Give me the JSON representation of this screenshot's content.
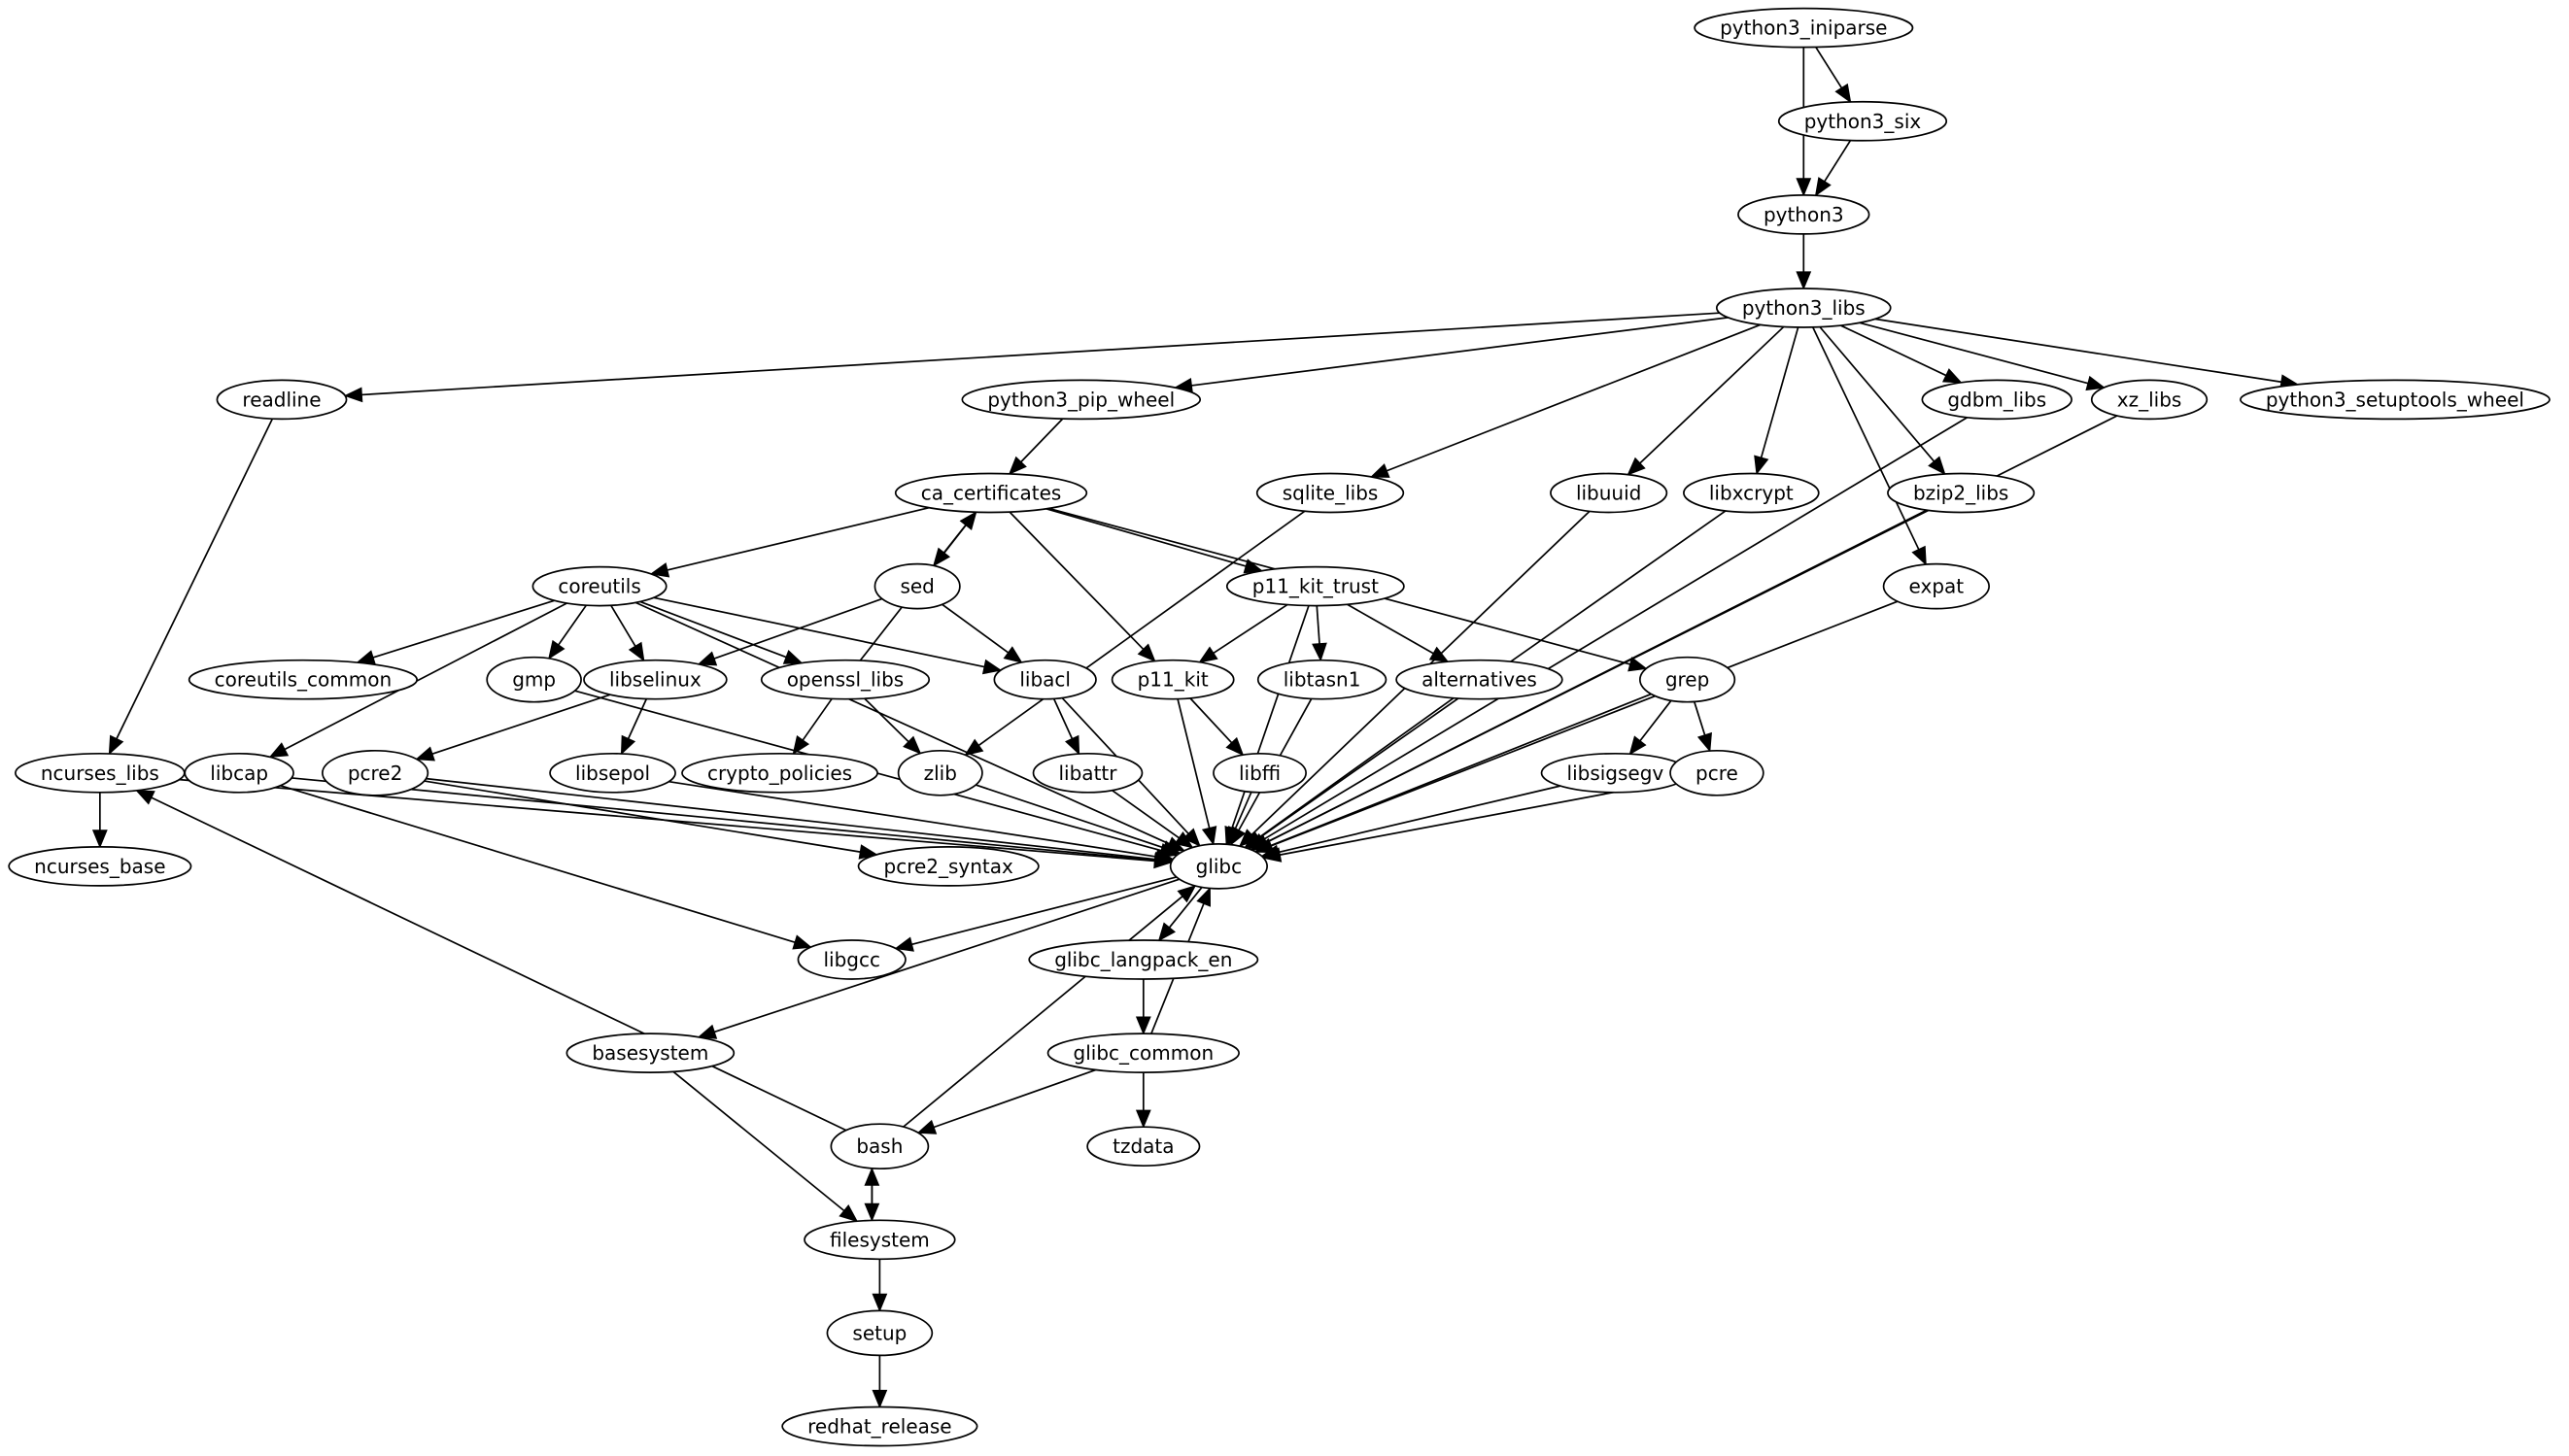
{
  "graph": {
    "type": "directed",
    "title": "",
    "nodes": [
      {
        "id": "python3_iniparse",
        "label": "python3_iniparse"
      },
      {
        "id": "python3_six",
        "label": "python3_six"
      },
      {
        "id": "python3",
        "label": "python3"
      },
      {
        "id": "python3_libs",
        "label": "python3_libs"
      },
      {
        "id": "readline",
        "label": "readline"
      },
      {
        "id": "python3_pip_wheel",
        "label": "python3_pip_wheel"
      },
      {
        "id": "gdbm_libs",
        "label": "gdbm_libs"
      },
      {
        "id": "xz_libs",
        "label": "xz_libs"
      },
      {
        "id": "python3_setuptools_wheel",
        "label": "python3_setuptools_wheel"
      },
      {
        "id": "ca_certificates",
        "label": "ca_certificates"
      },
      {
        "id": "sqlite_libs",
        "label": "sqlite_libs"
      },
      {
        "id": "libuuid",
        "label": "libuuid"
      },
      {
        "id": "libxcrypt",
        "label": "libxcrypt"
      },
      {
        "id": "bzip2_libs",
        "label": "bzip2_libs"
      },
      {
        "id": "coreutils",
        "label": "coreutils"
      },
      {
        "id": "sed",
        "label": "sed"
      },
      {
        "id": "p11_kit_trust",
        "label": "p11_kit_trust"
      },
      {
        "id": "expat",
        "label": "expat"
      },
      {
        "id": "coreutils_common",
        "label": "coreutils_common"
      },
      {
        "id": "gmp",
        "label": "gmp"
      },
      {
        "id": "libselinux",
        "label": "libselinux"
      },
      {
        "id": "openssl_libs",
        "label": "openssl_libs"
      },
      {
        "id": "libacl",
        "label": "libacl"
      },
      {
        "id": "p11_kit",
        "label": "p11_kit"
      },
      {
        "id": "libtasn1",
        "label": "libtasn1"
      },
      {
        "id": "alternatives",
        "label": "alternatives"
      },
      {
        "id": "grep",
        "label": "grep"
      },
      {
        "id": "ncurses_libs",
        "label": "ncurses_libs"
      },
      {
        "id": "libcap",
        "label": "libcap"
      },
      {
        "id": "pcre2",
        "label": "pcre2"
      },
      {
        "id": "libsepol",
        "label": "libsepol"
      },
      {
        "id": "crypto_policies",
        "label": "crypto_policies"
      },
      {
        "id": "zlib",
        "label": "zlib"
      },
      {
        "id": "libattr",
        "label": "libattr"
      },
      {
        "id": "libffi",
        "label": "libffi"
      },
      {
        "id": "libsigsegv",
        "label": "libsigsegv"
      },
      {
        "id": "pcre",
        "label": "pcre"
      },
      {
        "id": "ncurses_base",
        "label": "ncurses_base"
      },
      {
        "id": "pcre2_syntax",
        "label": "pcre2_syntax"
      },
      {
        "id": "glibc",
        "label": "glibc"
      },
      {
        "id": "libgcc",
        "label": "libgcc"
      },
      {
        "id": "glibc_langpack_en",
        "label": "glibc_langpack_en"
      },
      {
        "id": "basesystem",
        "label": "basesystem"
      },
      {
        "id": "glibc_common",
        "label": "glibc_common"
      },
      {
        "id": "bash",
        "label": "bash"
      },
      {
        "id": "tzdata",
        "label": "tzdata"
      },
      {
        "id": "filesystem",
        "label": "filesystem"
      },
      {
        "id": "setup",
        "label": "setup"
      },
      {
        "id": "redhat_release",
        "label": "redhat_release"
      }
    ],
    "edges": [
      [
        "python3_iniparse",
        "python3_six"
      ],
      [
        "python3_iniparse",
        "python3"
      ],
      [
        "python3_six",
        "python3"
      ],
      [
        "python3",
        "python3_libs"
      ],
      [
        "python3_libs",
        "readline"
      ],
      [
        "python3_libs",
        "python3_pip_wheel"
      ],
      [
        "python3_libs",
        "sqlite_libs"
      ],
      [
        "python3_libs",
        "libuuid"
      ],
      [
        "python3_libs",
        "libxcrypt"
      ],
      [
        "python3_libs",
        "expat"
      ],
      [
        "python3_libs",
        "bzip2_libs"
      ],
      [
        "python3_libs",
        "gdbm_libs"
      ],
      [
        "python3_libs",
        "xz_libs"
      ],
      [
        "python3_libs",
        "python3_setuptools_wheel"
      ],
      [
        "readline",
        "ncurses_libs"
      ],
      [
        "python3_pip_wheel",
        "ca_certificates"
      ],
      [
        "ca_certificates",
        "coreutils"
      ],
      [
        "ca_certificates",
        "sed"
      ],
      [
        "ca_certificates",
        "p11_kit"
      ],
      [
        "ca_certificates",
        "p11_kit_trust"
      ],
      [
        "ca_certificates",
        "grep"
      ],
      [
        "sqlite_libs",
        "zlib"
      ],
      [
        "coreutils",
        "libcap"
      ],
      [
        "coreutils",
        "coreutils_common"
      ],
      [
        "coreutils",
        "gmp"
      ],
      [
        "coreutils",
        "libselinux"
      ],
      [
        "coreutils",
        "openssl_libs"
      ],
      [
        "coreutils",
        "libacl"
      ],
      [
        "coreutils",
        "glibc"
      ],
      [
        "sed",
        "libselinux"
      ],
      [
        "sed",
        "libacl"
      ],
      [
        "openssl_libs",
        "ca_certificates"
      ],
      [
        "openssl_libs",
        "crypto_policies"
      ],
      [
        "openssl_libs",
        "zlib"
      ],
      [
        "p11_kit_trust",
        "p11_kit"
      ],
      [
        "p11_kit_trust",
        "libtasn1"
      ],
      [
        "p11_kit_trust",
        "alternatives"
      ],
      [
        "p11_kit_trust",
        "glibc"
      ],
      [
        "libselinux",
        "pcre2"
      ],
      [
        "libselinux",
        "libsepol"
      ],
      [
        "libacl",
        "libattr"
      ],
      [
        "libacl",
        "glibc"
      ],
      [
        "p11_kit",
        "libffi"
      ],
      [
        "p11_kit",
        "glibc"
      ],
      [
        "libtasn1",
        "glibc"
      ],
      [
        "alternatives",
        "glibc"
      ],
      [
        "grep",
        "libsigsegv"
      ],
      [
        "grep",
        "pcre"
      ],
      [
        "grep",
        "glibc"
      ],
      [
        "gmp",
        "glibc"
      ],
      [
        "ncurses_libs",
        "ncurses_base"
      ],
      [
        "ncurses_libs",
        "glibc"
      ],
      [
        "libcap",
        "glibc"
      ],
      [
        "libcap",
        "libgcc"
      ],
      [
        "pcre2",
        "pcre2_syntax"
      ],
      [
        "pcre2",
        "glibc"
      ],
      [
        "libsepol",
        "glibc"
      ],
      [
        "zlib",
        "glibc"
      ],
      [
        "libattr",
        "glibc"
      ],
      [
        "libffi",
        "glibc"
      ],
      [
        "libsigsegv",
        "glibc"
      ],
      [
        "pcre",
        "glibc"
      ],
      [
        "libuuid",
        "glibc"
      ],
      [
        "libxcrypt",
        "glibc"
      ],
      [
        "expat",
        "glibc"
      ],
      [
        "bzip2_libs",
        "glibc"
      ],
      [
        "gdbm_libs",
        "glibc"
      ],
      [
        "xz_libs",
        "glibc"
      ],
      [
        "glibc",
        "libgcc"
      ],
      [
        "glibc",
        "glibc_langpack_en"
      ],
      [
        "glibc",
        "basesystem"
      ],
      [
        "glibc_langpack_en",
        "glibc_common"
      ],
      [
        "glibc_common",
        "glibc"
      ],
      [
        "glibc_common",
        "bash"
      ],
      [
        "glibc_common",
        "tzdata"
      ],
      [
        "bash",
        "glibc"
      ],
      [
        "bash",
        "ncurses_libs"
      ],
      [
        "bash",
        "filesystem"
      ],
      [
        "basesystem",
        "filesystem"
      ],
      [
        "filesystem",
        "bash"
      ],
      [
        "filesystem",
        "setup"
      ],
      [
        "setup",
        "redhat_release"
      ]
    ]
  }
}
